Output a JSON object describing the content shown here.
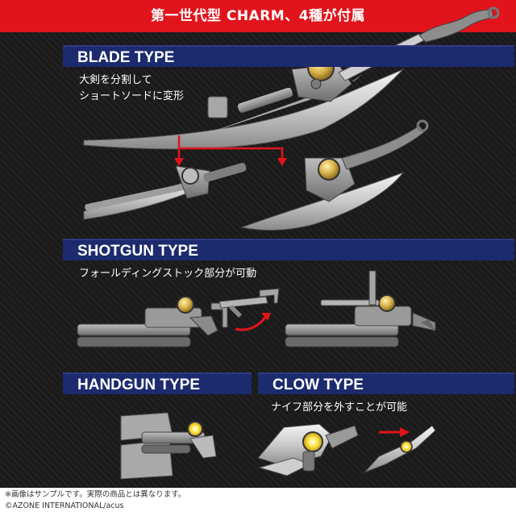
{
  "banner": "第一世代型 CHARM、4種が付属",
  "sections": {
    "blade": {
      "title": "BLADE TYPE",
      "caption_line1": "大剣を分割して",
      "caption_line2": "ショートソードに変形"
    },
    "shotgun": {
      "title": "SHOTGUN TYPE",
      "caption": "フォールディングストック部分が可動"
    },
    "handgun": {
      "title": "HANDGUN TYPE"
    },
    "clow": {
      "title": "CLOW TYPE",
      "caption": "ナイフ部分を外すことが可能"
    }
  },
  "footer": {
    "note": "※画像はサンプルです。実際の商品とは異なります。",
    "copyright": "©AZONE INTERNATIONAL/acus"
  },
  "colors": {
    "banner": "#e1141c",
    "section_header": "#1c2a6e",
    "arrow": "#e1141c",
    "background": "#1a1a1a"
  }
}
